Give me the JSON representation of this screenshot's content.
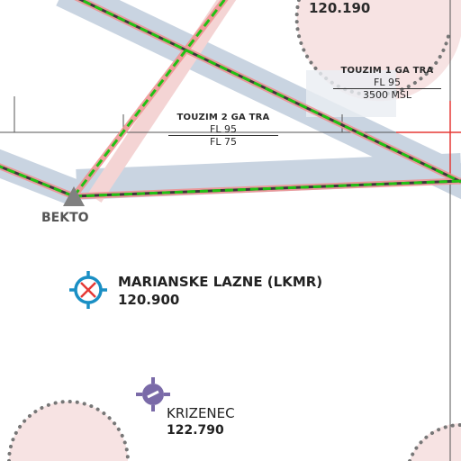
{
  "map": {
    "colors": {
      "corridor": "#c9d4e1",
      "route_line": "#21c114",
      "route_glow": "#ef8f8f",
      "airspace_border": "#e53935",
      "aerodrome": "#1a8fc4",
      "aerodrome_cross": "#e53935",
      "navaid": "#7a6aa8",
      "waypoint": "#808080",
      "circle_fill": "#f7e3e3",
      "circle_dots": "#777777"
    },
    "top_frequency": "120.190",
    "airspaces": [
      {
        "name": "TOUZIM 1 GA TRA",
        "upper": "FL 95",
        "lower": "3500 MSL"
      },
      {
        "name": "TOUZIM 2 GA TRA",
        "upper": "FL 95",
        "lower": "FL 75"
      }
    ],
    "waypoint": {
      "name": "BEKTO",
      "icon": "triangle-icon"
    },
    "aerodrome": {
      "name": "MARIANSKE LAZNE (LKMR)",
      "frequency": "120.900",
      "icon": "aerodrome-icon"
    },
    "navaid": {
      "name": "KRIZENEC",
      "frequency": "122.790",
      "icon": "navaid-icon"
    }
  }
}
